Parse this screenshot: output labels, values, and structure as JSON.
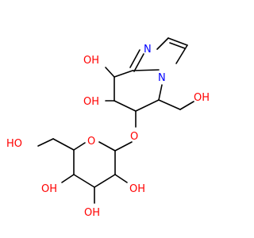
{
  "molecule": {
    "atom_labels": {
      "oh_c8": "OH",
      "oh_c7": "OH",
      "n_imine": "N",
      "n_bridge": "N",
      "oh_ch2": "OH",
      "o_glycosidic": "O",
      "o_ring": "O",
      "ho_ch2_sugar": "HO",
      "oh_c4": "OH",
      "oh_c2": "OH",
      "oh_c3": "OH"
    },
    "colors": {
      "bond": "#000000",
      "oxygen": "#ff0000",
      "nitrogen": "#0000ff"
    }
  }
}
